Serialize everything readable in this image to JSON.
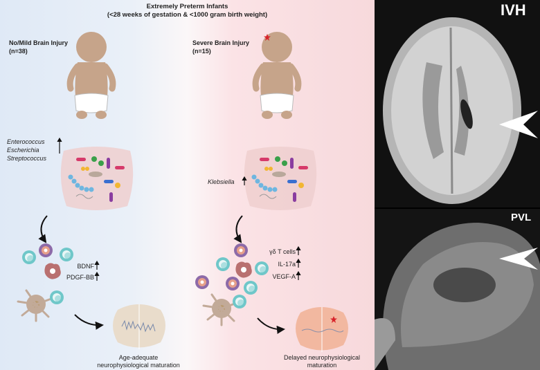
{
  "title": "Extremely Preterm Infants",
  "subtitle": "(<28 weeks of gestation & <1000 gram birth weight)",
  "left": {
    "group": "No/Mild Brain Injury",
    "n": "(n=38)",
    "bacteria": [
      "Enterococcus",
      "Escherichia",
      "Streptococcus"
    ],
    "markers": [
      "BDNF",
      "PDGF-BB"
    ],
    "outcome_line1": "Age-adequate",
    "outcome_line2": "neurophysiological maturation"
  },
  "right": {
    "group": "Severe Brain Injury",
    "n": "(n=15)",
    "bacteria": [
      "Klebsiella"
    ],
    "markers": [
      "γδ T cells",
      "IL-17a",
      "VEGF-A"
    ],
    "outcome_line1": "Delayed neurophysiological",
    "outcome_line2": "maturation"
  },
  "mri": {
    "top_label": "IVH",
    "bottom_label": "PVL"
  },
  "colors": {
    "skin": "#c6a48a",
    "brain_left": "#e9dccb",
    "brain_right": "#f2b8a0",
    "star": "#d8232a"
  }
}
